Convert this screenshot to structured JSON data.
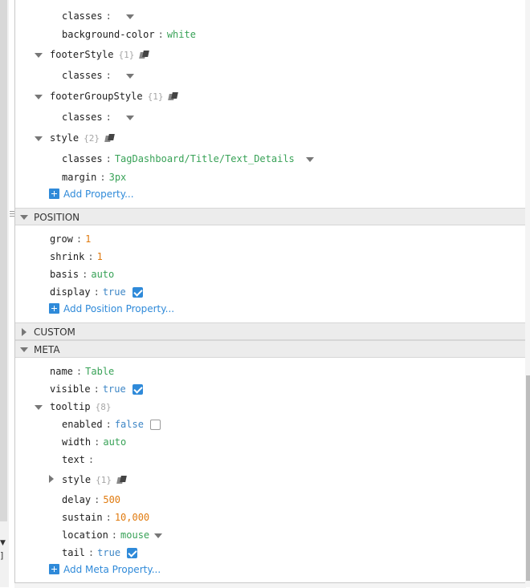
{
  "rows_top": [
    {
      "key": "classes",
      "sep": ":",
      "value": ""
    },
    {
      "key": "background-color",
      "sep": ":",
      "value": "white"
    },
    {
      "key": "footerStyle",
      "count": "{1}"
    },
    {
      "key": "classes",
      "sep": ":",
      "value": ""
    },
    {
      "key": "footerGroupStyle",
      "count": "{1}"
    },
    {
      "key": "classes",
      "sep": ":",
      "value": ""
    },
    {
      "key": "style",
      "count": "{2}"
    },
    {
      "key": "classes",
      "sep": ":",
      "value": "TagDashboard/Title/Text_Details"
    },
    {
      "key": "margin",
      "sep": ":",
      "value": "3px"
    }
  ],
  "add_property": "Add Property...",
  "position": {
    "title": "POSITION",
    "rows": [
      {
        "key": "grow",
        "value": "1"
      },
      {
        "key": "shrink",
        "value": "1"
      },
      {
        "key": "basis",
        "value": "auto"
      },
      {
        "key": "display",
        "value": "true",
        "checked": true
      }
    ],
    "add": "Add Position Property..."
  },
  "custom": {
    "title": "CUSTOM"
  },
  "meta": {
    "title": "META",
    "rows": [
      {
        "key": "name",
        "value": "Table"
      },
      {
        "key": "visible",
        "value": "true",
        "checked": true
      },
      {
        "key": "tooltip",
        "count": "{8}"
      },
      {
        "key": "enabled",
        "value": "false",
        "checked": false
      },
      {
        "key": "width",
        "value": "auto"
      },
      {
        "key": "text",
        "value": ""
      },
      {
        "key": "style",
        "count": "{1}"
      },
      {
        "key": "delay",
        "value": "500"
      },
      {
        "key": "sustain",
        "value": "10,000"
      },
      {
        "key": "location",
        "value": "mouse"
      },
      {
        "key": "tail",
        "value": "true",
        "checked": true
      }
    ],
    "add": "Add Meta Property..."
  },
  "sep": ":",
  "colors": {
    "accent": "#2f8ad9",
    "string": "#38a257",
    "number": "#e07b10",
    "keyword": "#3d86c6",
    "section_bg": "#ececec"
  },
  "icons": {
    "expand": "chevron-down-icon",
    "collapse": "chevron-right-icon",
    "binding": "binding-icon",
    "add": "plus-icon",
    "check": "checkbox-checked-icon"
  }
}
